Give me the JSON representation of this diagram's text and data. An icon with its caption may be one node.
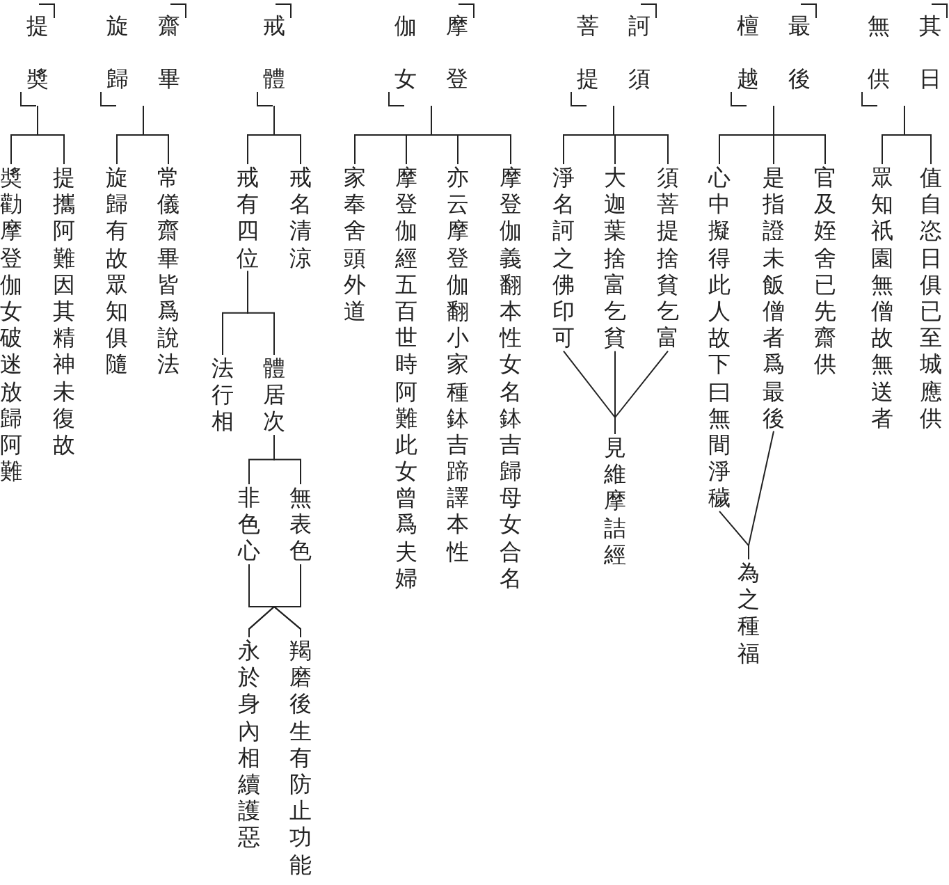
{
  "diagram": {
    "nodes": [
      {
        "text": [
          "無供",
          "其日"
        ]
      },
      {
        "text": [
          "值自恣日俱已至城應供"
        ]
      },
      {
        "text": [
          "眾知祇園無僧故無送者"
        ]
      },
      {
        "text": [
          "檀越",
          "最後"
        ]
      },
      {
        "text": [
          "官及姪舍已先齋供"
        ]
      },
      {
        "text": [
          "是指證未飯僧者爲最後"
        ]
      },
      {
        "text": [
          "心中擬得此人故下曰無間淨穢"
        ]
      },
      {
        "text": [
          "為之種福"
        ]
      },
      {
        "text": [
          "菩提",
          "訶須"
        ]
      },
      {
        "text": [
          "須菩提捨貧乞富"
        ]
      },
      {
        "text": [
          "大迦葉捨富乞貧"
        ]
      },
      {
        "text": [
          "淨名訶之佛印可"
        ]
      },
      {
        "text": [
          "見維摩詰經"
        ]
      },
      {
        "text": [
          "伽女",
          "摩登"
        ]
      },
      {
        "text": [
          "摩登伽義翻本性女名鉢吉歸母女合名"
        ]
      },
      {
        "text": [
          "亦云摩登伽翻小家種鉢吉蹄譯本性"
        ]
      },
      {
        "text": [
          "摩登伽經五百世時阿難此女曾爲夫婦"
        ]
      },
      {
        "text": [
          "家奉舍頭外道"
        ]
      },
      {
        "text": [
          "戒體"
        ]
      },
      {
        "text": [
          "戒名清涼"
        ]
      },
      {
        "text": [
          "戒有四位"
        ]
      },
      {
        "text": [
          "體居次"
        ]
      },
      {
        "text": [
          "法行相"
        ]
      },
      {
        "text": [
          "無表色"
        ]
      },
      {
        "text": [
          "非色心"
        ]
      },
      {
        "text": [
          "羯磨後生有防止功能"
        ]
      },
      {
        "text": [
          "永於身內相續護惡"
        ]
      },
      {
        "text": [
          "旋歸",
          "齋畢"
        ]
      },
      {
        "text": [
          "常儀齋畢皆爲說法"
        ]
      },
      {
        "text": [
          "旋歸有故眾知俱隨"
        ]
      },
      {
        "text": [
          "提奬"
        ]
      },
      {
        "text": [
          "提攜阿難因其精神未復故"
        ]
      },
      {
        "text": [
          "奬勸摩登伽女破迷放歸阿難"
        ]
      }
    ],
    "edges": [
      {
        "from": 0,
        "to": 1,
        "arrow": "none"
      },
      {
        "from": 0,
        "to": 2,
        "arrow": "none"
      },
      {
        "from": 3,
        "to": 4,
        "arrow": "none"
      },
      {
        "from": 3,
        "to": 5,
        "arrow": "none"
      },
      {
        "from": 3,
        "to": 6,
        "arrow": "none"
      },
      {
        "from": 5,
        "to": 7,
        "arrow": "none"
      },
      {
        "from": 6,
        "to": 7,
        "arrow": "none"
      },
      {
        "from": 8,
        "to": 9,
        "arrow": "none"
      },
      {
        "from": 8,
        "to": 10,
        "arrow": "none"
      },
      {
        "from": 8,
        "to": 11,
        "arrow": "none"
      },
      {
        "from": 9,
        "to": 12,
        "arrow": "none"
      },
      {
        "from": 10,
        "to": 12,
        "arrow": "none"
      },
      {
        "from": 11,
        "to": 12,
        "arrow": "none"
      },
      {
        "from": 13,
        "to": 14,
        "arrow": "none"
      },
      {
        "from": 13,
        "to": 15,
        "arrow": "none"
      },
      {
        "from": 13,
        "to": 16,
        "arrow": "none"
      },
      {
        "from": 13,
        "to": 17,
        "arrow": "none"
      },
      {
        "from": 18,
        "to": 19,
        "arrow": "none"
      },
      {
        "from": 18,
        "to": 20,
        "arrow": "none"
      },
      {
        "from": 20,
        "to": 21,
        "arrow": "none"
      },
      {
        "from": 20,
        "to": 22,
        "arrow": "none"
      },
      {
        "from": 21,
        "to": 23,
        "arrow": "none"
      },
      {
        "from": 21,
        "to": 24,
        "arrow": "none"
      },
      {
        "from": 23,
        "to": 25,
        "arrow": "none"
      },
      {
        "from": 23,
        "to": 26,
        "arrow": "none"
      },
      {
        "from": 24,
        "to": 25,
        "arrow": "none"
      },
      {
        "from": 24,
        "to": 26,
        "arrow": "none"
      },
      {
        "from": 27,
        "to": 28,
        "arrow": "none"
      },
      {
        "from": 27,
        "to": 29,
        "arrow": "none"
      },
      {
        "from": 30,
        "to": 31,
        "arrow": "none"
      },
      {
        "from": 30,
        "to": 32,
        "arrow": "none"
      }
    ]
  }
}
